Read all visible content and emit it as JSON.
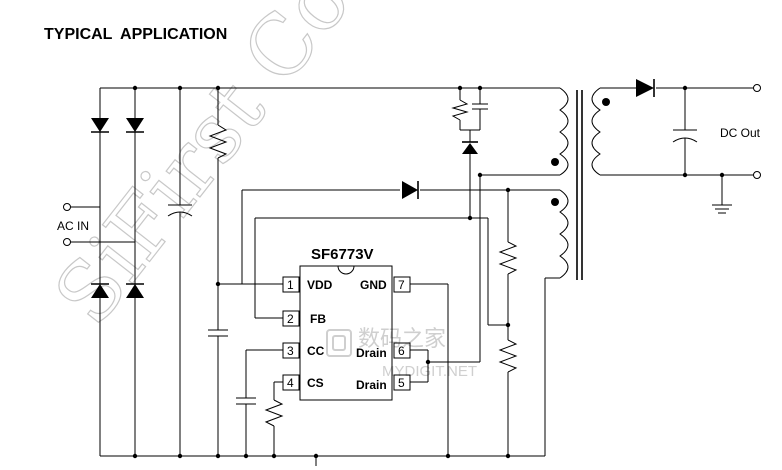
{
  "heading": "TYPICAL APPLICATION",
  "watermark": {
    "brand": "SiFirst Co",
    "site_cn": "数码之家",
    "site_en": "MYDIGIT.NET"
  },
  "ic": {
    "part": "SF6773V",
    "pins": [
      {
        "num": "1",
        "name": "VDD"
      },
      {
        "num": "2",
        "name": "FB"
      },
      {
        "num": "3",
        "name": "CC"
      },
      {
        "num": "4",
        "name": "CS"
      },
      {
        "num": "5",
        "name": "Drain"
      },
      {
        "num": "6",
        "name": "Drain"
      },
      {
        "num": "7",
        "name": "GND"
      }
    ]
  },
  "labels": {
    "ac_in": "AC IN",
    "dc_out": "DC Out"
  }
}
